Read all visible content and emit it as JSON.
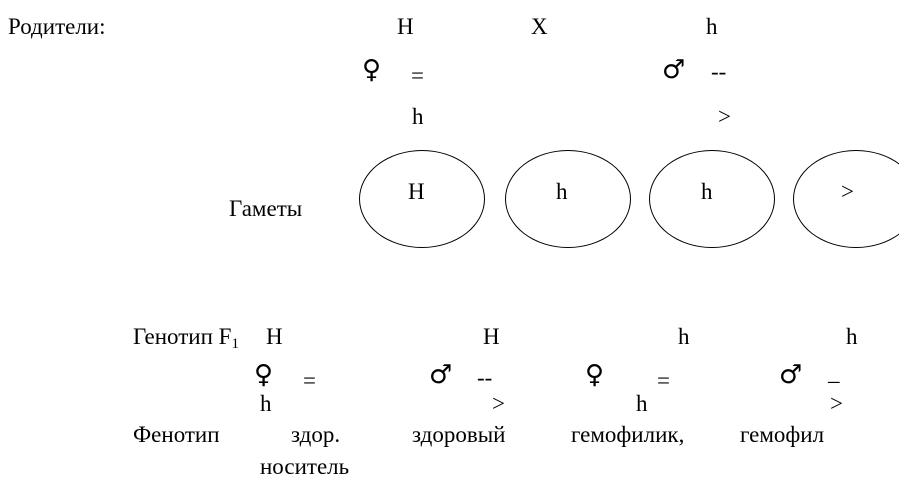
{
  "parents": {
    "label": "Родители:",
    "female_top": "H",
    "cross": "X",
    "male_top": "h",
    "female_symbol": "♀",
    "female_line": "=",
    "female_bottom": "h",
    "male_symbol": "♂",
    "male_line": "--",
    "male_bottom": ">"
  },
  "gametes": {
    "label": "Гаметы",
    "items": [
      "H",
      "h",
      "h",
      ">"
    ]
  },
  "f1": {
    "label": "Генотип F",
    "label_sub": "1",
    "genotypes": [
      {
        "top": "H",
        "symbol": "♀",
        "line": "=",
        "bottom": "h"
      },
      {
        "top": "H",
        "symbol": "♂",
        "line": "--",
        "bottom": ">"
      },
      {
        "top": "h",
        "symbol": "♀",
        "line": "=",
        "bottom": "h"
      },
      {
        "top": "h",
        "symbol": "♂",
        "line": "_",
        "bottom": ">"
      }
    ]
  },
  "phenotype": {
    "label": "Фенотип",
    "items": [
      "здор.",
      "здоровый",
      "гемофилик,",
      "гемофил"
    ],
    "second_line": "носитель"
  }
}
